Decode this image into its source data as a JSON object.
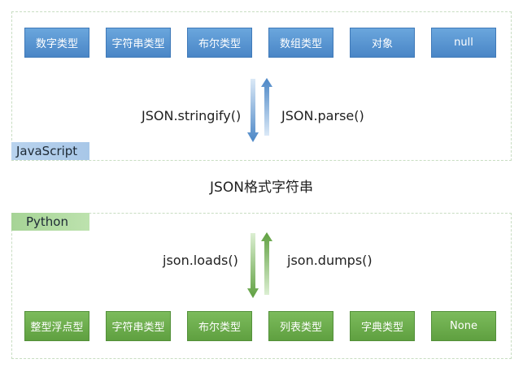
{
  "javascript": {
    "lang_label": "JavaScript",
    "types": [
      "数字类型",
      "字符串类型",
      "布尔类型",
      "数组类型",
      "对象",
      "null"
    ],
    "serialize": "JSON.stringify()",
    "parse": "JSON.parse()",
    "color": "#4a86c6"
  },
  "middle": {
    "title": "JSON格式字符串"
  },
  "python": {
    "lang_label": "Python",
    "types": [
      "整型浮点型",
      "字符串类型",
      "布尔类型",
      "列表类型",
      "字典类型",
      "None"
    ],
    "loads": "json.loads()",
    "dumps": "json.dumps()",
    "color": "#5fa040"
  }
}
